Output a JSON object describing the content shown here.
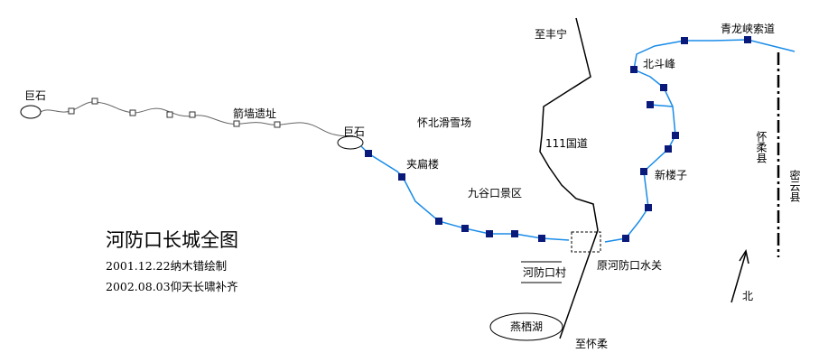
{
  "title": "河防口长城全图",
  "credits": [
    "2001.12.22纳木错绘制",
    "2002.08.03仰天长啸补齐"
  ],
  "labels": {
    "juShi_left": "巨石",
    "juShi_right": "巨石",
    "jianQiang": "箭墙遗址",
    "skiResort": "怀北滑雪场",
    "jiaBianLou": "夹扁楼",
    "jiuGuKou": "九谷口景区",
    "toFengning": "至丰宁",
    "road111": "111国道",
    "toHuairou": "至怀柔",
    "hefangkouVillage": "河防口村",
    "yanQiHu": "燕栖湖",
    "waterPass": "原河防口水关",
    "xinLouzi": "新楼子",
    "beiDouFeng": "北斗峰",
    "qingLongXia": "青龙峡索道",
    "huairouCounty": "怀柔县",
    "miyunCounty": "密云县",
    "north": "北"
  },
  "colors": {
    "wall": "#1a8ce8",
    "tower": "#0a1a7a",
    "ruin": "#666666",
    "ink": "#000000"
  }
}
